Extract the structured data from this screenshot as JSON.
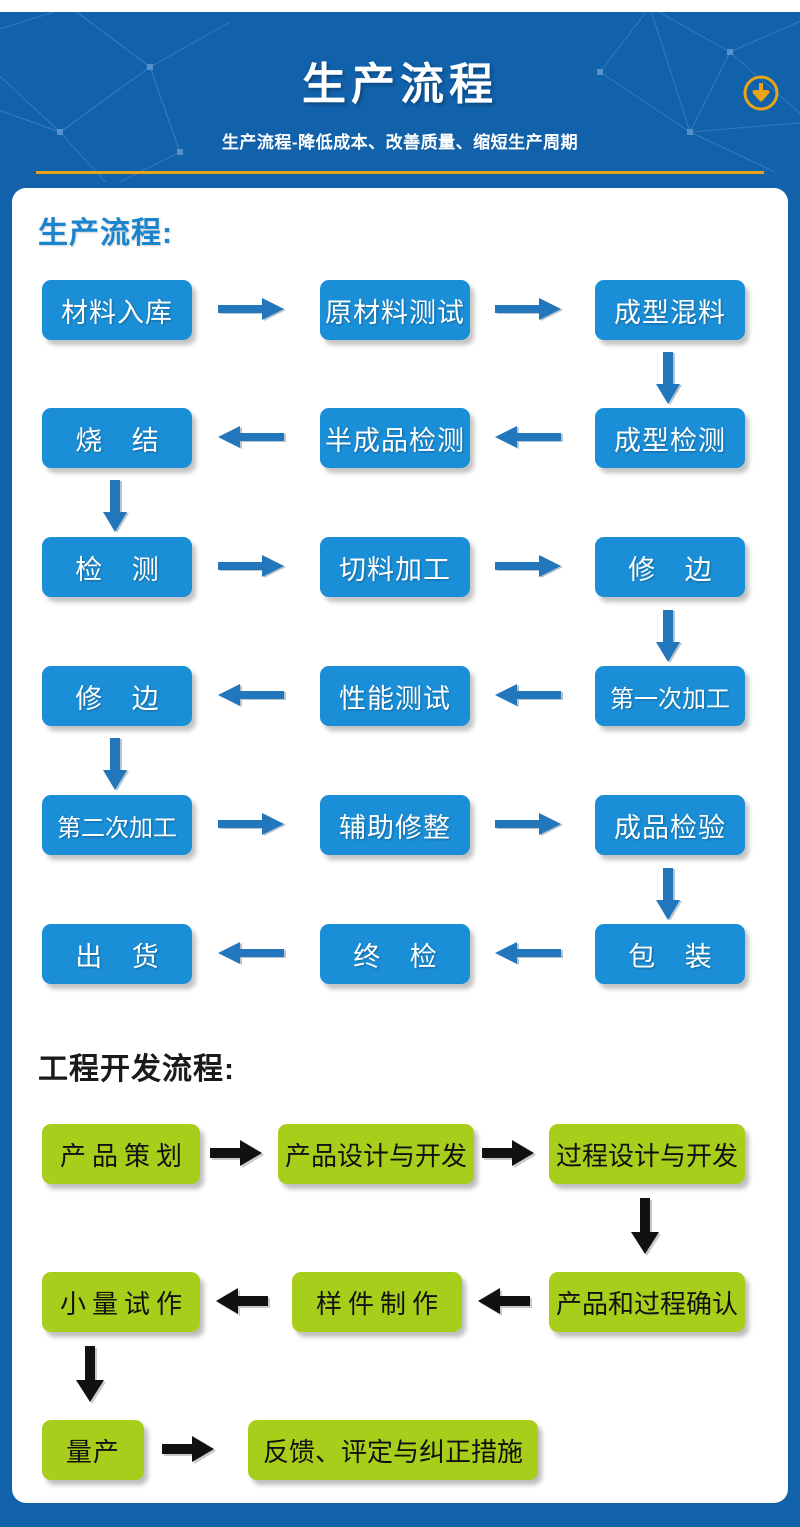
{
  "header": {
    "title": "生产流程",
    "subtitle": "生产流程-降低成本、改善质量、缩短生产周期",
    "download_icon": "download-circle-icon",
    "bg_color": "#1161ab",
    "rule_color": "#e8a317",
    "icon_color": "#e8a317"
  },
  "sections": [
    {
      "id": "production",
      "heading": "生产流程:",
      "heading_color": "#1a85cc",
      "box_color": "#1a8fd8",
      "box_text_color": "#ffffff",
      "arrow_color": "#2176bc",
      "rows": [
        {
          "direction": "right",
          "boxes": [
            "材料入库",
            "原材料测试",
            "成型混料"
          ]
        },
        {
          "direction": "left",
          "boxes": [
            "烧 结",
            "半成品检测",
            "成型检测"
          ]
        },
        {
          "direction": "right",
          "boxes": [
            "检 测",
            "切料加工",
            "修 边"
          ]
        },
        {
          "direction": "left",
          "boxes": [
            "修 边",
            "性能测试",
            "第一次加工"
          ]
        },
        {
          "direction": "right",
          "boxes": [
            "第二次加工",
            "辅助修整",
            "成品检验"
          ]
        },
        {
          "direction": "left",
          "boxes": [
            "出 货",
            "终 检",
            "包 装"
          ]
        }
      ]
    },
    {
      "id": "engineering",
      "heading": "工程开发流程:",
      "heading_color": "#1a1a1a",
      "box_color": "#a8ce1c",
      "box_text_color": "#111111",
      "arrow_color": "#111111",
      "rows": [
        {
          "direction": "right",
          "boxes": [
            "产品策划",
            "产品设计与开发",
            "过程设计与开发"
          ]
        },
        {
          "direction": "left",
          "boxes": [
            "小量试作",
            "样件制作",
            "产品和过程确认"
          ]
        },
        {
          "direction": "right",
          "boxes": [
            "量产",
            "反馈、评定与纠正措施"
          ]
        }
      ]
    }
  ],
  "labels": {
    "b1c1": "材料入库",
    "b1c2": "原材料测试",
    "b1c3": "成型混料",
    "b2c1": "烧 结",
    "b2c2": "半成品检测",
    "b2c3": "成型检测",
    "b3c1": "检 测",
    "b3c2": "切料加工",
    "b3c3": "修 边",
    "b4c1": "修 边",
    "b4c2": "性能测试",
    "b4c3": "第一次加工",
    "b5c1": "第二次加工",
    "b5c2": "辅助修整",
    "b5c3": "成品检验",
    "b6c1": "出 货",
    "b6c2": "终 检",
    "b6c3": "包 装",
    "g1c1": "产品策划",
    "g1c2": "产品设计与开发",
    "g1c3": "过程设计与开发",
    "g2c1": "小量试作",
    "g2c2": "样件制作",
    "g2c3": "产品和过程确认",
    "g3c1": "量产",
    "g3c2": "反馈、评定与纠正措施"
  }
}
